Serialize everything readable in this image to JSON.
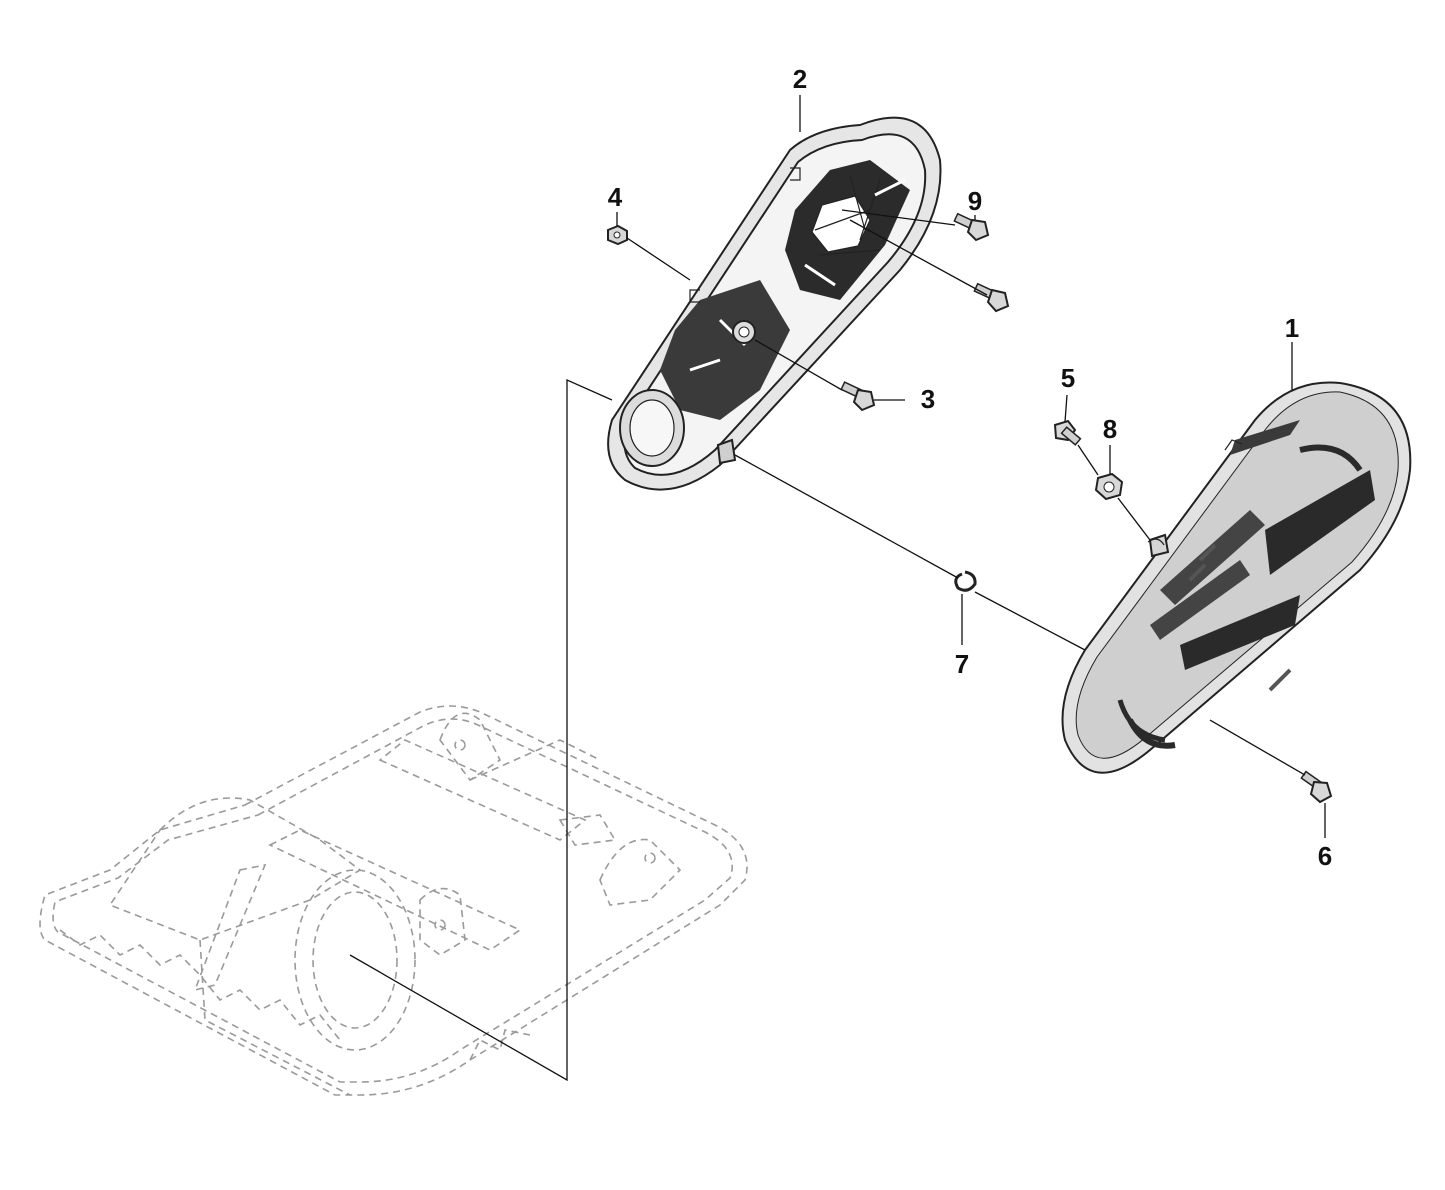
{
  "callouts": {
    "c1": "1",
    "c2": "2",
    "c3": "3",
    "c4": "4",
    "c5": "5",
    "c6": "6",
    "c7": "7",
    "c8": "8",
    "c9": "9"
  },
  "colors": {
    "line": "#111111",
    "part_fill": "#e6e6e6",
    "part_dark": "#2a2a2a",
    "ghost": "#9a9a9a"
  }
}
